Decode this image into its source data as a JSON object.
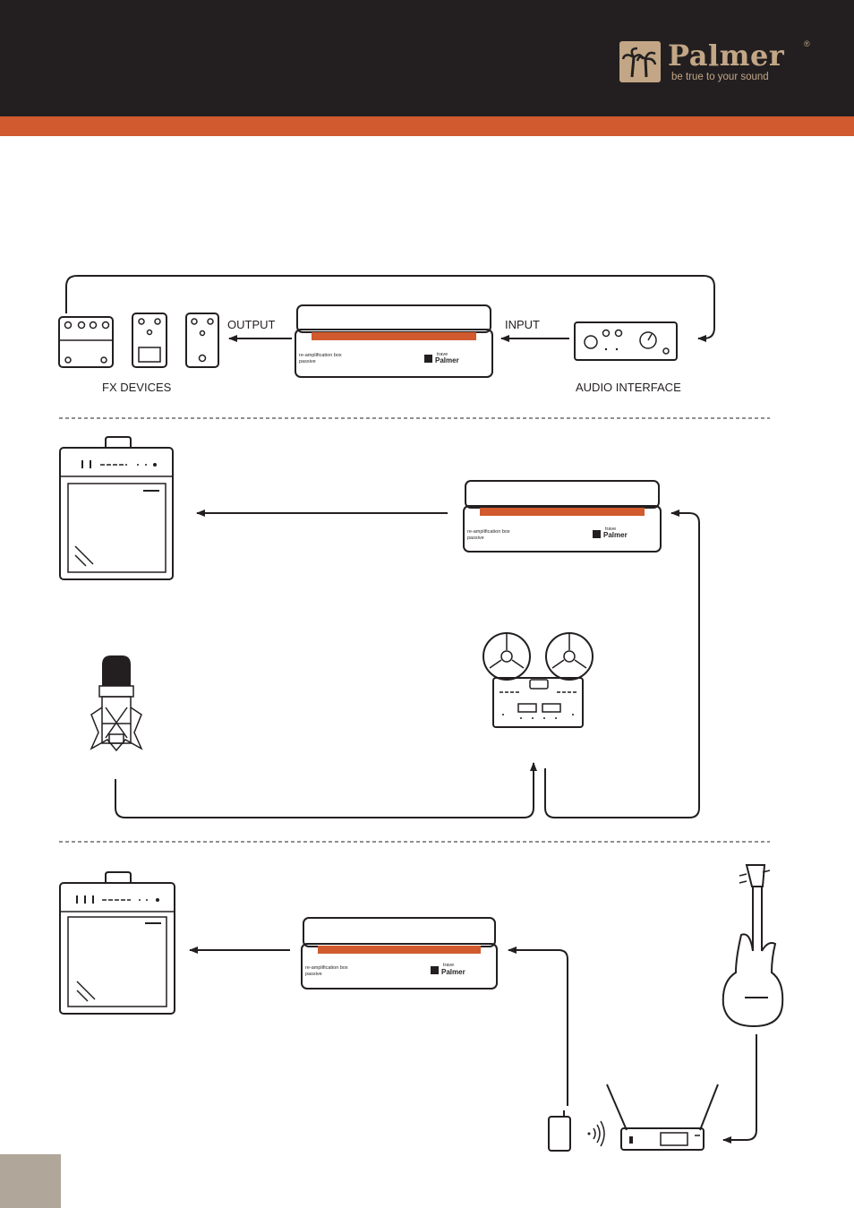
{
  "brand": {
    "name": "Palmer",
    "registered_mark": "®",
    "tagline": "be true to your sound",
    "colors": {
      "header": "#231f20",
      "accent": "#d15a2e",
      "logo": "#c2a686",
      "page_tab": "#b0a69a"
    }
  },
  "section1": {
    "output_label": "OUTPUT",
    "input_label": "INPUT",
    "fx_label": "FX DEVICES",
    "interface_label": "AUDIO INTERFACE"
  },
  "rebox": {
    "line1": "re-amplification box",
    "line2": "passive",
    "model": "trave",
    "brand": "Palmer"
  }
}
